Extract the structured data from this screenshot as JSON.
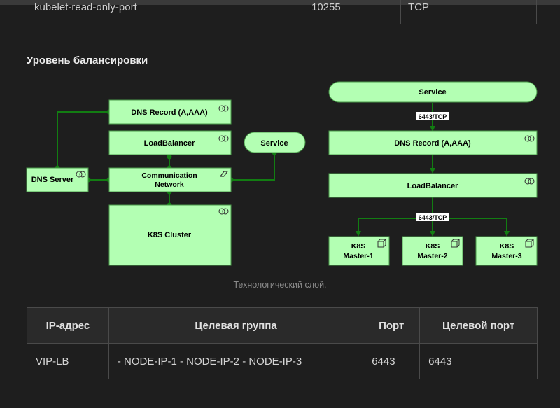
{
  "top_row": {
    "name": "kubelet-read-only-port",
    "port": "10255",
    "protocol": "TCP"
  },
  "section_title": "Уровень балансировки",
  "diagram_left": {
    "dns_record": "DNS Record (A,AAA)",
    "load_balancer": "LoadBalancer",
    "comm_network_line1": "Communication",
    "comm_network_line2": "Network",
    "k8s_cluster": "K8S Cluster",
    "dns_server": "DNS Server",
    "service": "Service"
  },
  "diagram_right": {
    "service": "Service",
    "port_label_1": "6443/TCP",
    "dns_record": "DNS Record (A,AAA)",
    "load_balancer": "LoadBalancer",
    "port_label_2": "6443/TCP",
    "masters": [
      {
        "line1": "K8S",
        "line2": "Master-1"
      },
      {
        "line1": "K8S",
        "line2": "Master-2"
      },
      {
        "line1": "K8S",
        "line2": "Master-3"
      }
    ]
  },
  "caption": "Технологический слой.",
  "table": {
    "headers": [
      "IP-адрес",
      "Целевая группа",
      "Порт",
      "Целевой порт"
    ],
    "rows": [
      [
        "VIP-LB",
        "- NODE-IP-1 - NODE-IP-2 - NODE-IP-3",
        "6443",
        "6443"
      ]
    ]
  },
  "colors": {
    "node_fill": "#b3ffb3",
    "edge": "#127d12",
    "background": "#1e1e1e"
  }
}
